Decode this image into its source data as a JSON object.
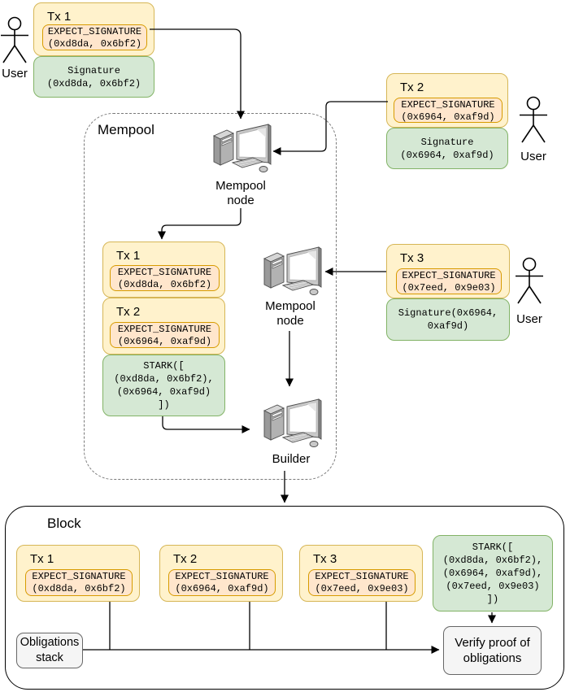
{
  "users": {
    "label": "User"
  },
  "top": {
    "tx1": {
      "title": "Tx 1",
      "expect": [
        "EXPECT_SIGNATURE",
        "(0xd8da, 0x6bf2)"
      ],
      "signature": [
        "Signature",
        "(0xd8da, 0x6bf2)"
      ]
    },
    "tx2": {
      "title": "Tx 2",
      "expect": [
        "EXPECT_SIGNATURE",
        "(0x6964, 0xaf9d)"
      ],
      "signature": [
        "Signature",
        "(0x6964, 0xaf9d)"
      ]
    },
    "tx3": {
      "title": "Tx 3",
      "expect": [
        "EXPECT_SIGNATURE",
        "(0x7eed, 0x9e03)"
      ],
      "signature": [
        "Signature(0x6964,",
        "0xaf9d)"
      ]
    }
  },
  "mempool": {
    "label": "Mempool",
    "node1": [
      "Mempool",
      "node"
    ],
    "node2": [
      "Mempool",
      "node"
    ],
    "builder": "Builder",
    "tx1": {
      "title": "Tx 1",
      "expect": [
        "EXPECT_SIGNATURE",
        "(0xd8da, 0x6bf2)"
      ]
    },
    "tx2": {
      "title": "Tx 2",
      "expect": [
        "EXPECT_SIGNATURE",
        "(0x6964, 0xaf9d)"
      ]
    },
    "stark": [
      "STARK([",
      "(0xd8da, 0x6bf2),",
      "(0x6964, 0xaf9d)",
      "])"
    ]
  },
  "block": {
    "label": "Block",
    "txs": [
      {
        "title": "Tx 1",
        "expect": [
          "EXPECT_SIGNATURE",
          "(0xd8da, 0x6bf2)"
        ]
      },
      {
        "title": "Tx 2",
        "expect": [
          "EXPECT_SIGNATURE",
          "(0x6964, 0xaf9d)"
        ]
      },
      {
        "title": "Tx 3",
        "expect": [
          "EXPECT_SIGNATURE",
          "(0x7eed, 0x9e03)"
        ]
      }
    ],
    "stark": [
      "STARK([",
      "(0xd8da, 0x6bf2),",
      "(0x6964, 0xaf9d),",
      "(0x7eed, 0x9e03)",
      "])"
    ],
    "obligations_stack": [
      "Obligations",
      "stack"
    ],
    "verify": [
      "Verify proof of",
      "obligations"
    ]
  },
  "colors": {
    "tx_fill": "#fff2cc",
    "tx_border": "#d6b656",
    "expect_fill": "#ffe6cc",
    "expect_border": "#d79b00",
    "green_fill": "#d5e8d4",
    "green_border": "#82b366",
    "gray_fill": "#f5f5f5",
    "gray_border": "#666666",
    "wire": "#000000",
    "mempool_border": "#7a7a7a"
  },
  "icons": [
    "user-icon",
    "workstation-icon"
  ]
}
